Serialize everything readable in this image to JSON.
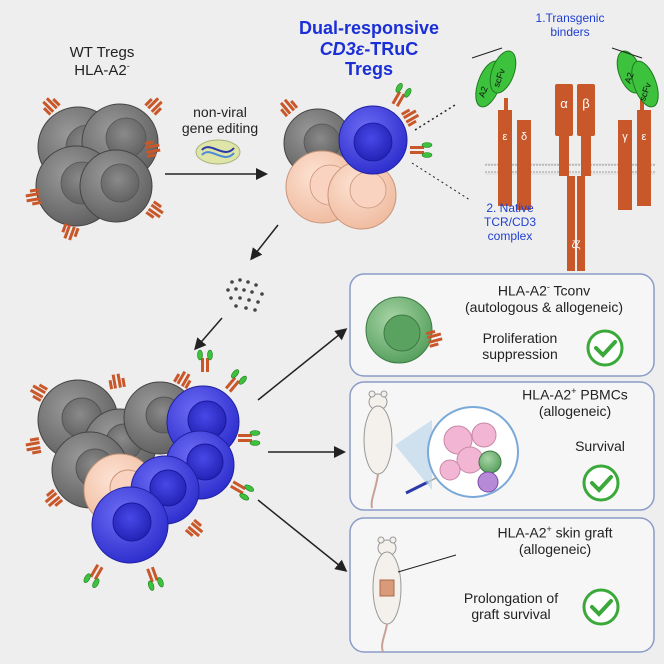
{
  "wt": {
    "line1": "WT Tregs",
    "line2": "HLA-A2",
    "sup": "-"
  },
  "editing": {
    "line1": "non-viral",
    "line2": "gene editing"
  },
  "title": {
    "line1": "Dual-responsive",
    "line2_italic": "CD3ε",
    "line2_rest": "-TRuC",
    "line3": "Tregs"
  },
  "receptor": {
    "transgenic": {
      "line1": "1.Transgenic",
      "line2": "binders"
    },
    "native": {
      "line1": "2. Native",
      "line2": "TCR/CD3",
      "line3": "complex"
    },
    "chains": {
      "alpha": "α",
      "beta": "β",
      "epsilon": "ε",
      "delta": "δ",
      "gamma": "γ",
      "zeta": "ζζ"
    },
    "binder": {
      "a2": "A2",
      "scfv": "scFv"
    }
  },
  "panels": [
    {
      "title_pre": "HLA-A2",
      "title_sup": "-",
      "title_post": " Tconv",
      "subtitle": "(autologous & allogeneic)",
      "result_line1": "Proliferation",
      "result_line2": "suppression"
    },
    {
      "title_pre": "HLA-A2",
      "title_sup": "+",
      "title_post": " PBMCs",
      "subtitle": "(allogeneic)",
      "result_line1": "Survival",
      "result_line2": ""
    },
    {
      "title_pre": "HLA-A2",
      "title_sup": "+",
      "title_post": " skin graft",
      "subtitle": "(allogeneic)",
      "result_line1": "Prolongation of",
      "result_line2": "graft survival"
    }
  ],
  "colors": {
    "background": "#eeeeee",
    "title_blue": "#1a2fd6",
    "label_blue": "#1f3fd0",
    "receptor_brown": "#c8582a",
    "binder_green": "#3cc23c",
    "check_green": "#3aa93a",
    "treg_gray": "#6d6d6d",
    "treg_blue": "#3a3ae0",
    "treg_peach": "#f6c9b1",
    "panel_border": "#8a9bc9",
    "panel_fill": "#f6f6f6"
  }
}
